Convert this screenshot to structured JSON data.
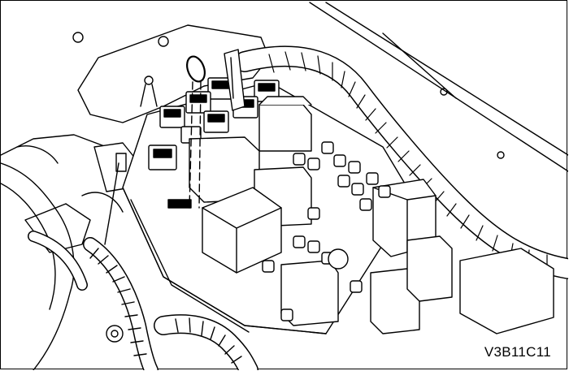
{
  "figure": {
    "code": "V3B11C11",
    "subject_icon": "fuse-relay-box-drawing",
    "callout_icon": "circled-fuse-callout",
    "line_color": "#000000",
    "background_color": "#ffffff"
  }
}
